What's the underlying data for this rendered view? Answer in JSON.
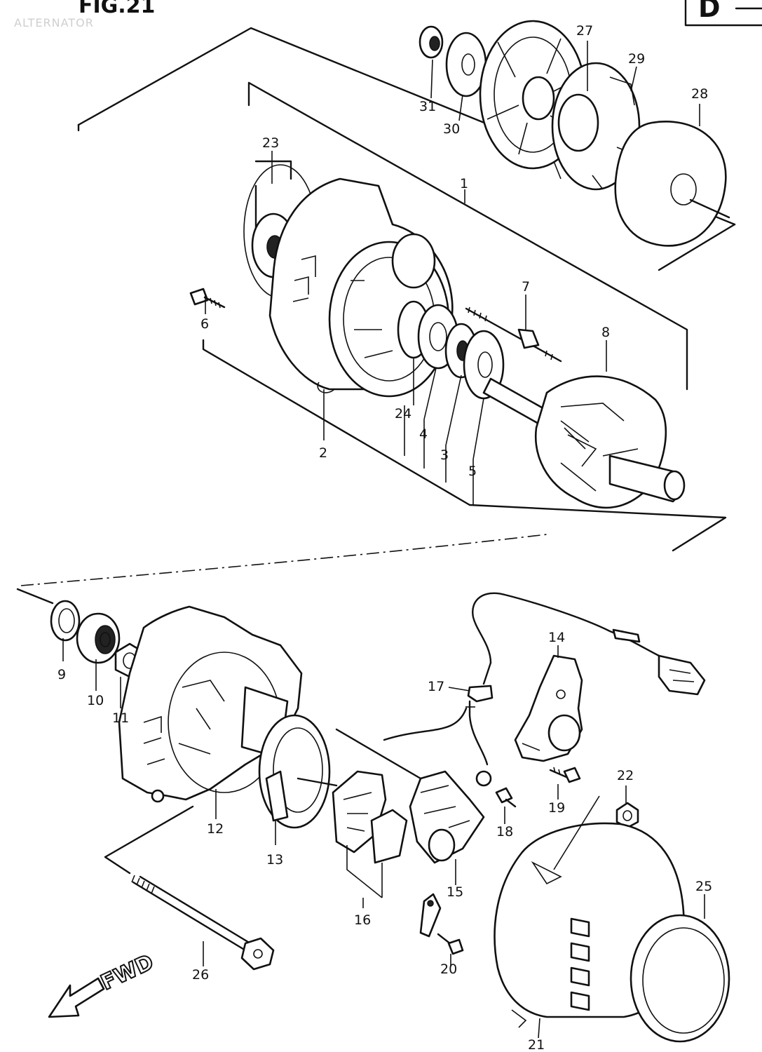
{
  "figure": {
    "title": "FIG.21",
    "subtitle": "ALTERNATOR",
    "badge": "D",
    "fwd_label": "FWD"
  },
  "callouts": [
    {
      "id": "1",
      "label": "1"
    },
    {
      "id": "2",
      "label": "2"
    },
    {
      "id": "3",
      "label": "3"
    },
    {
      "id": "4",
      "label": "4"
    },
    {
      "id": "5",
      "label": "5"
    },
    {
      "id": "6",
      "label": "6"
    },
    {
      "id": "7",
      "label": "7"
    },
    {
      "id": "8",
      "label": "8"
    },
    {
      "id": "9",
      "label": "9"
    },
    {
      "id": "10",
      "label": "10"
    },
    {
      "id": "11",
      "label": "11"
    },
    {
      "id": "12",
      "label": "12"
    },
    {
      "id": "13",
      "label": "13"
    },
    {
      "id": "14",
      "label": "14"
    },
    {
      "id": "15",
      "label": "15"
    },
    {
      "id": "16",
      "label": "16"
    },
    {
      "id": "17",
      "label": "17"
    },
    {
      "id": "18",
      "label": "18"
    },
    {
      "id": "19",
      "label": "19"
    },
    {
      "id": "20",
      "label": "20"
    },
    {
      "id": "21",
      "label": "21"
    },
    {
      "id": "22",
      "label": "22"
    },
    {
      "id": "23",
      "label": "23"
    },
    {
      "id": "24",
      "label": "24"
    },
    {
      "id": "25",
      "label": "25"
    },
    {
      "id": "26",
      "label": "26"
    },
    {
      "id": "27",
      "label": "27"
    },
    {
      "id": "28",
      "label": "28"
    },
    {
      "id": "29",
      "label": "29"
    },
    {
      "id": "30",
      "label": "30"
    },
    {
      "id": "31",
      "label": "31"
    }
  ]
}
